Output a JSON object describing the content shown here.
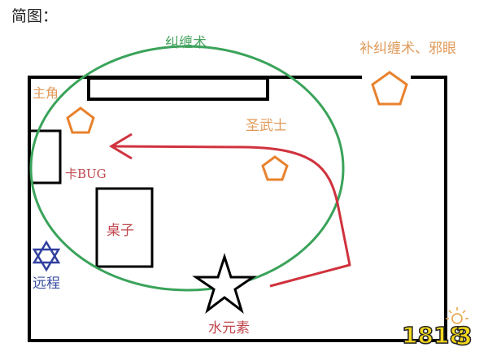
{
  "title": "简图：",
  "labels": {
    "entangle": "纠缠术",
    "refill": "补纠缠术、邪眼",
    "hero": "主角",
    "paladin": "圣武士",
    "bug": "卡BUG",
    "table": "桌子",
    "ranged": "远程",
    "water": "水元素"
  },
  "logo": {
    "text": "1818",
    "last_digit": "3"
  },
  "colors": {
    "wall": "#000000",
    "entangle_zone": "#3aa35a",
    "path_arrow": "#d0323e",
    "enemy_pentagon": "#e8822e",
    "ranged_star": "#2f3f9e",
    "water_star": "#000000",
    "logo_fill": "#f4d81c"
  }
}
